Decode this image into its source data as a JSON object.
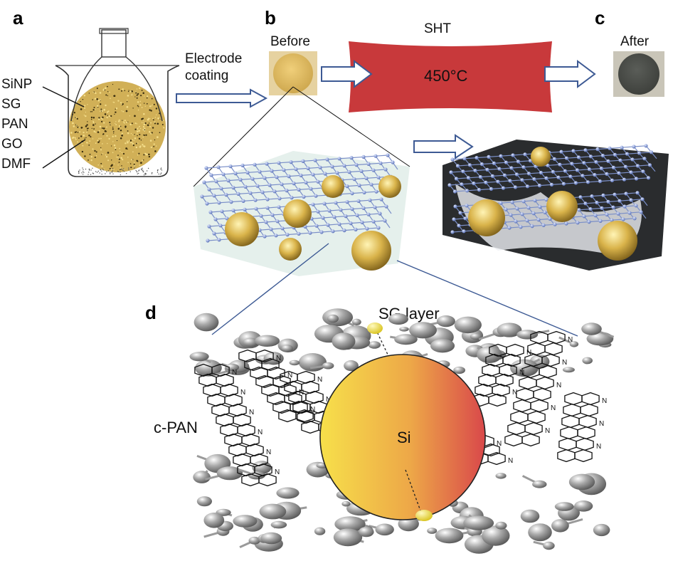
{
  "panels": {
    "a": "a",
    "b": "b",
    "c": "c",
    "d": "d"
  },
  "components": [
    "SiNP",
    "SG",
    "PAN",
    "GO",
    "DMF"
  ],
  "step_coating": [
    "Electrode",
    "coating"
  ],
  "label_before": "Before",
  "label_after": "After",
  "label_sht": "SHT",
  "label_temperature": "450°C",
  "label_sg_layer": "SG layer",
  "label_cpan": "c-PAN",
  "label_si": "Si",
  "atom_label": "N",
  "colors": {
    "heater": "#c8393b",
    "arrow_stroke": "#3d5a94",
    "graphene_node": "#6a84c6",
    "si_particle": "#e0b94a",
    "film_before": "#d8b45a",
    "film_after": "#4a4d48",
    "si_gradient_start": "#f7d94a",
    "si_gradient_end": "#d9484a"
  }
}
